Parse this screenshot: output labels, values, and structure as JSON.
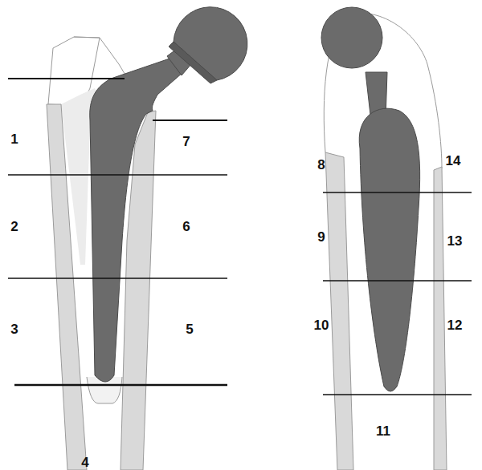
{
  "diagram": {
    "labels": [
      "1",
      "7",
      "2",
      "6",
      "3",
      "5",
      "4",
      "8",
      "14",
      "9",
      "13",
      "10",
      "12",
      "11"
    ]
  }
}
